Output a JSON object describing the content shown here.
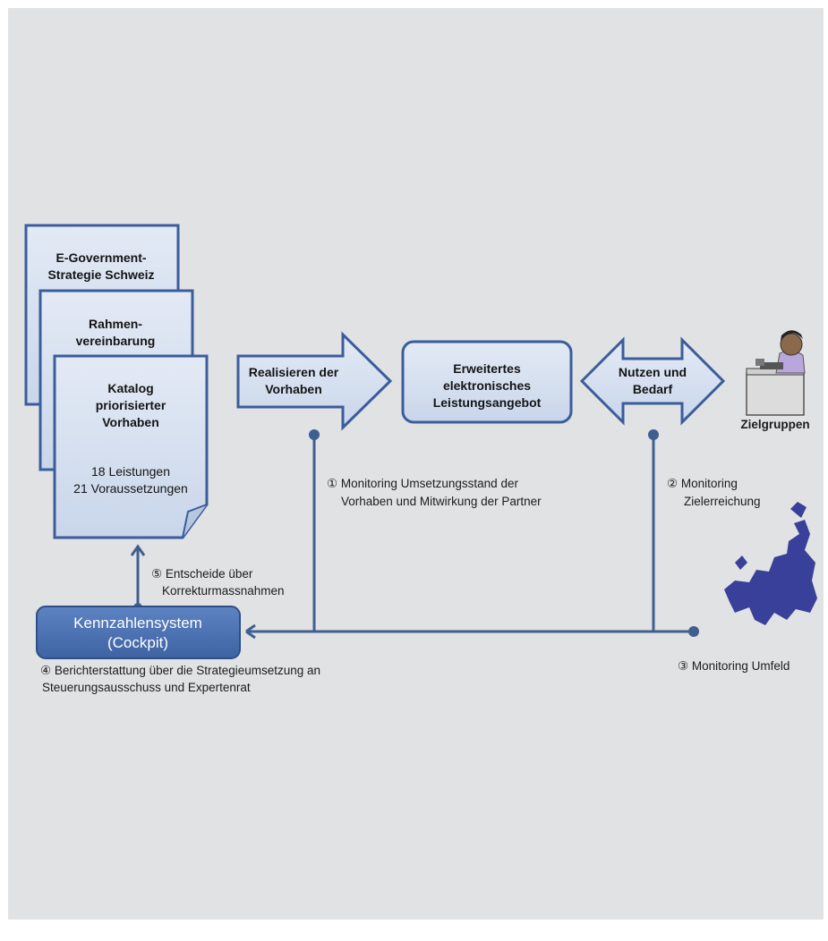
{
  "documents": {
    "strategy": [
      "E-Government-",
      "Strategie Schweiz"
    ],
    "framework": [
      "Rahmen-",
      "vereinbarung"
    ],
    "catalog_title": [
      "Katalog",
      "priorisierter",
      "Vorhaben"
    ],
    "catalog_counts": [
      "18 Leistungen",
      "21 Voraussetzungen"
    ]
  },
  "arrow_realize": [
    "Realisieren der",
    "Vorhaben"
  ],
  "offer_box": [
    "Erweitertes",
    "elektronisches",
    "Leistungsangebot"
  ],
  "arrow_benefit": [
    "Nutzen und",
    "Bedarf"
  ],
  "target_group": "Zielgruppen",
  "cockpit": [
    "Kennzahlensystem",
    "(Cockpit)"
  ],
  "monitoring": {
    "m1": [
      "① Monitoring Umsetzungsstand  der",
      "Vorhaben und Mitwirkung der Partner"
    ],
    "m2": [
      "② Monitoring",
      "Zielerreichung"
    ],
    "m3": "③ Monitoring Umfeld",
    "m4": [
      "④ Berichterstattung  über die Strategieumsetzung an",
      "Steuerungsausschuss und Expertenrat"
    ],
    "m5": [
      "⑤ Entscheide über",
      "Korrekturmassnahmen"
    ]
  },
  "colors": {
    "background": "#e1e2e4",
    "box_fill": "#d4dfee",
    "box_stroke": "#3b5d9b",
    "line": "#3f5f8f",
    "cockpit_fill": "#4a70b0",
    "europe": "#38409a"
  }
}
